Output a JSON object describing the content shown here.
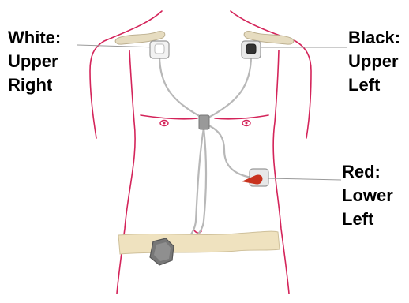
{
  "labels": {
    "white": {
      "line1": "White:",
      "line2": "Upper",
      "line3": "Right"
    },
    "black": {
      "line1": "Black:",
      "line2": "Upper",
      "line3": "Left"
    },
    "red": {
      "line1": "Red:",
      "line2": "Lower",
      "line3": "Left"
    }
  },
  "colors": {
    "body_outline": "#d4245a",
    "clavicle": "#e6dcc0",
    "wire": "#b8b8b8",
    "belt": "#efe2bf",
    "electrode_white": "#ffffff",
    "electrode_black": "#333333",
    "electrode_red": "#c8321e",
    "leader_line": "#9a9a9a"
  },
  "icons": [
    "torso-outline",
    "clavicle-left",
    "clavicle-right",
    "holter-recorder",
    "waist-belt"
  ]
}
